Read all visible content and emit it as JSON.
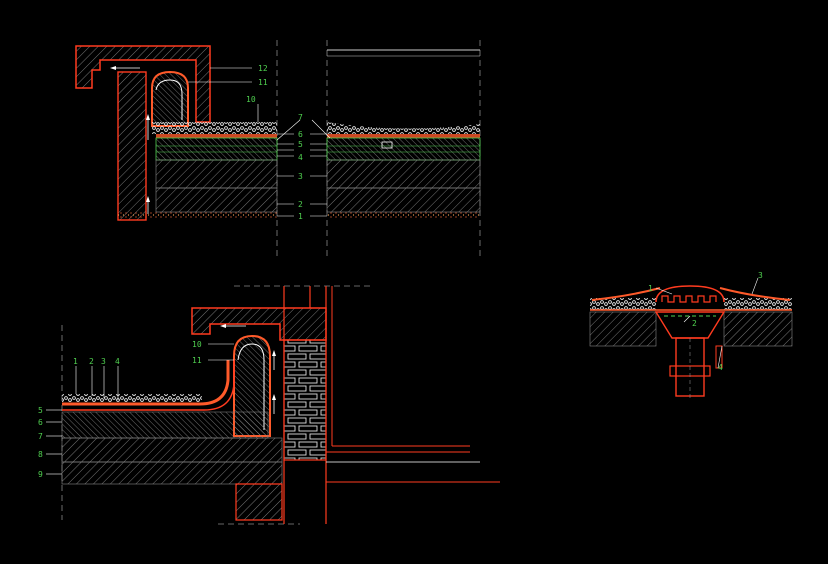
{
  "colors": {
    "background": "#000000",
    "structure": "#ff3b1f",
    "annotation": "#49c949",
    "hatch": "#777777",
    "membrane": "#ff5a2a",
    "white_detail": "#ffffff"
  },
  "detail_top": {
    "callouts": {
      "c12": "12",
      "c11": "11",
      "c10": "10",
      "c7": "7",
      "c6": "6",
      "c5": "5",
      "c4": "4",
      "c3": "3",
      "c2": "2",
      "c1": "1"
    }
  },
  "detail_bottom_left": {
    "callouts_top": [
      "1",
      "2",
      "3",
      "4"
    ],
    "callouts_side": {
      "c10": "10",
      "c11": "11",
      "s5": "5",
      "s6": "6",
      "s7": "7",
      "s8": "8",
      "s9": "9"
    }
  },
  "detail_right": {
    "callouts": {
      "c1": "1",
      "c2": "2",
      "c3": "3",
      "c4": "4"
    }
  }
}
